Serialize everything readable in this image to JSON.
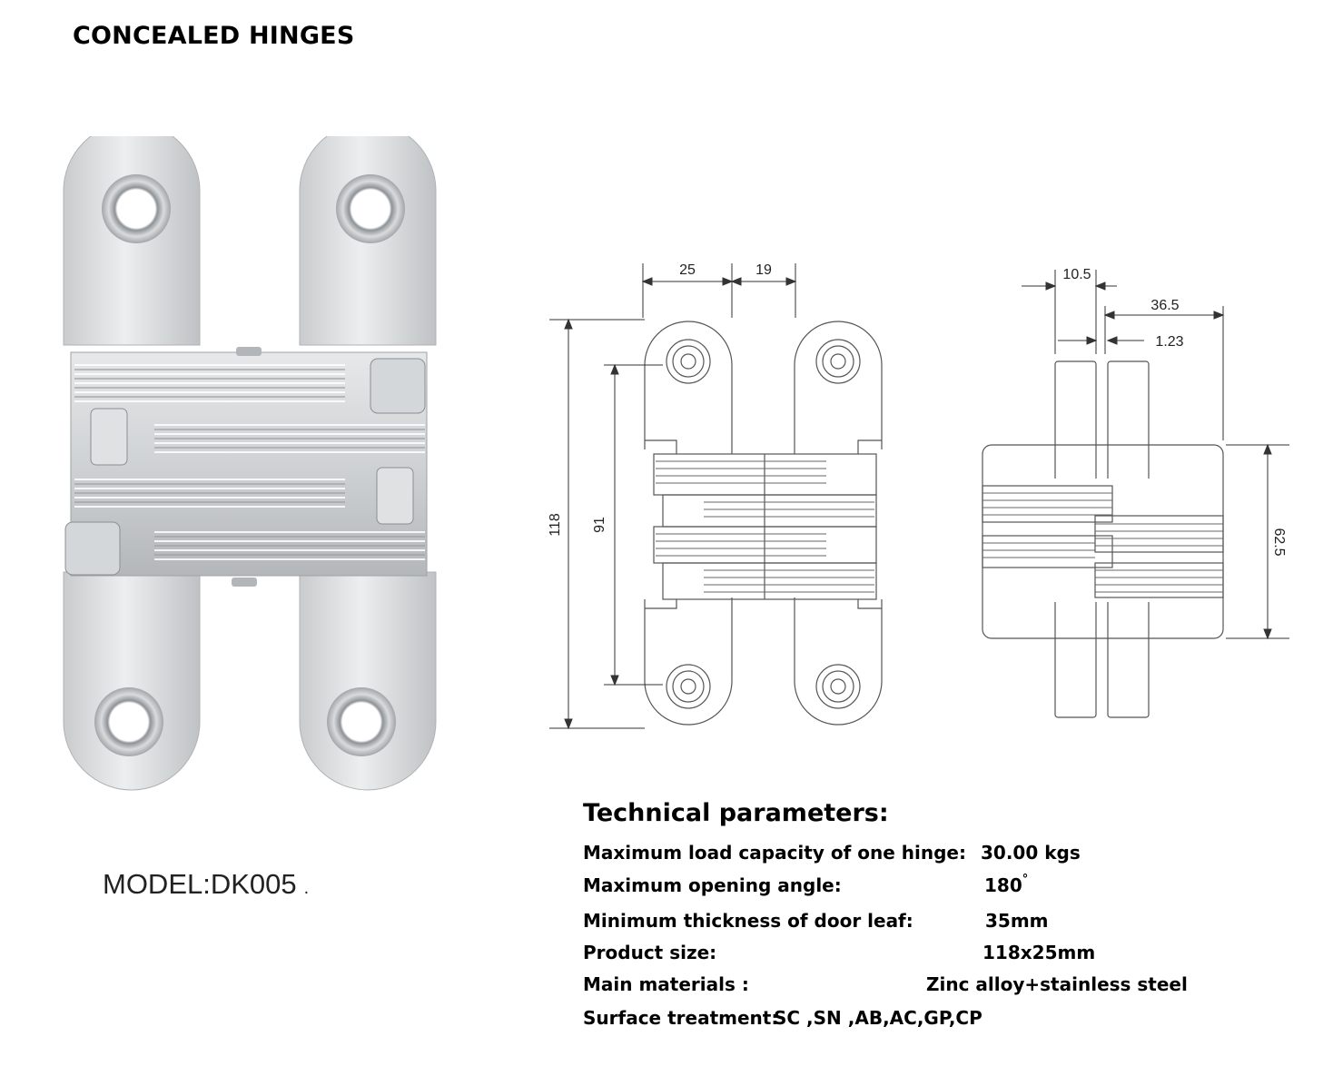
{
  "header": {
    "title": "CONCEALED HINGES"
  },
  "model": {
    "label": "MODEL:DK005",
    "trailing": "."
  },
  "drawing_front": {
    "dim_top_left": "25",
    "dim_top_right": "19",
    "dim_total_height": "118",
    "dim_hole_spacing": "91"
  },
  "drawing_side": {
    "dim_thickness": "10.5",
    "dim_offset": "36.5",
    "dim_gap": "1.23",
    "dim_body_height": "62.5"
  },
  "parameters": {
    "heading": "Technical parameters:",
    "rows": [
      {
        "label": "Maximum load capacity of one hinge:",
        "value": "30.00 kgs"
      },
      {
        "label": "Maximum opening angle:",
        "value": "180",
        "unit": "°"
      },
      {
        "label": "Minimum thickness of door leaf:",
        "value": "35mm"
      },
      {
        "label": "Product size:",
        "value": "118x25mm"
      },
      {
        "label": "Main materials :",
        "value": "Zinc alloy+stainless steel"
      },
      {
        "label": "Surface treatment:",
        "value": "SC ,SN ,AB,AC,GP,CP"
      }
    ]
  }
}
